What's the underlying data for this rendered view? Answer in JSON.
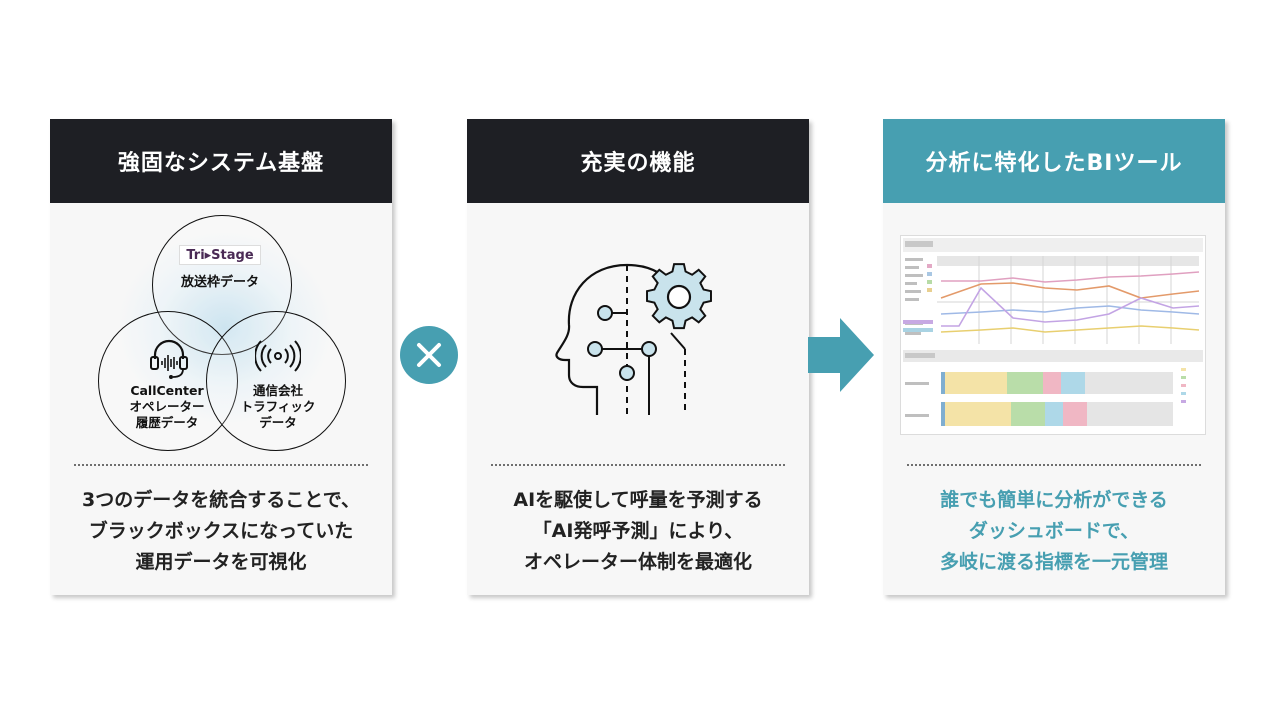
{
  "cards": [
    {
      "header": "強固なシステム基盤",
      "header_color": "#1e1f24",
      "circles": {
        "top_logo": "Tri▸Stage",
        "top_label": "放送枠データ",
        "left_line1": "CallCenter",
        "left_line2": "オペレーター",
        "left_line3": "履歴データ",
        "right_line1": "通信会社",
        "right_line2": "トラフィック",
        "right_line3": "データ"
      },
      "body_lines": [
        "3つのデータを統合することで、",
        "ブラックボックスになっていた",
        "運用データを可視化"
      ],
      "text_color": "#222222"
    },
    {
      "header": "充実の機能",
      "header_color": "#1e1f24",
      "body_lines": [
        "AIを駆使して呼量を予測する",
        "「AI発呼予測」により、",
        "オペレーター体制を最適化"
      ],
      "text_color": "#222222"
    },
    {
      "header": "分析に特化したBIツール",
      "header_color": "#479fb1",
      "body_lines": [
        "誰でも簡単に分析ができる",
        "ダッシュボードで、",
        "多岐に渡る指標を一元管理"
      ],
      "text_color": "#479fb1"
    }
  ],
  "accent_color": "#479fb1",
  "icons": [
    "headset-icon",
    "wireless-signal-icon",
    "ai-head-gear-icon",
    "multiply-icon",
    "arrow-right-icon"
  ]
}
